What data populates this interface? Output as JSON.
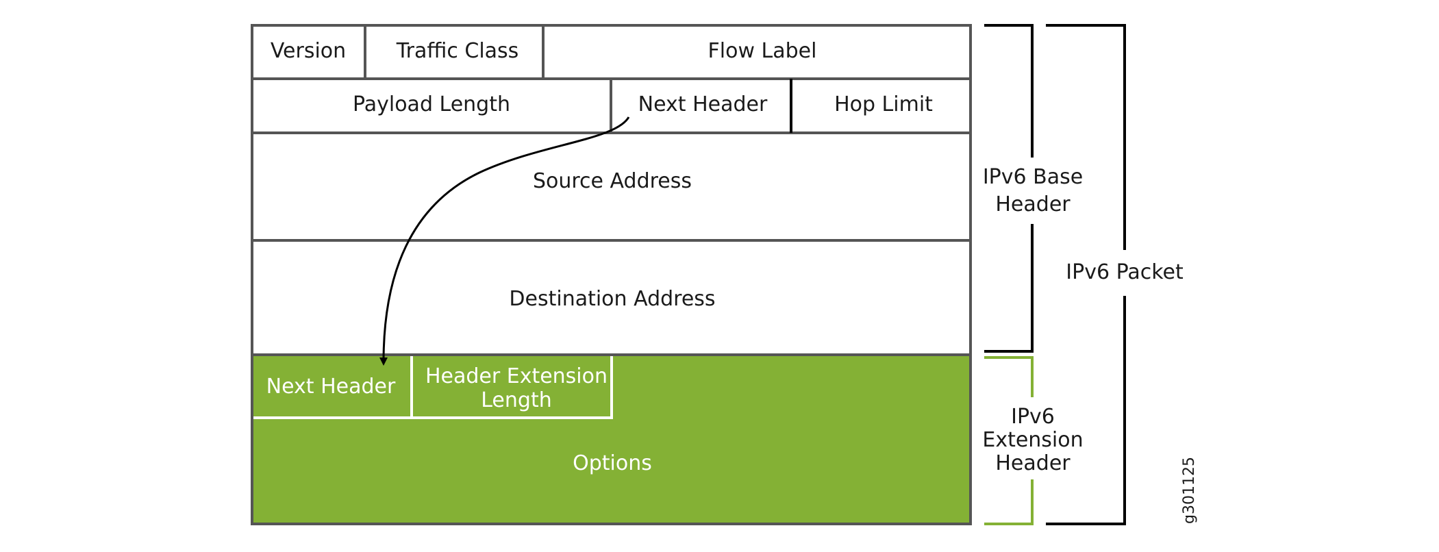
{
  "diagram": {
    "base_header_fields": {
      "version": "Version",
      "traffic_class": "Traffic Class",
      "flow_label": "Flow Label",
      "payload_length": "Payload Length",
      "next_header": "Next Header",
      "hop_limit": "Hop Limit",
      "source_address": "Source Address",
      "destination_address": "Destination Address"
    },
    "extension_header_fields": {
      "next_header": "Next Header",
      "header_extension_length_line1": "Header Extension",
      "header_extension_length_line2": "Length",
      "options": "Options"
    },
    "brackets": {
      "base_header_line1": "IPv6 Base",
      "base_header_line2": "Header",
      "extension_header_line1": "IPv6",
      "extension_header_line2": "Extension",
      "extension_header_line3": "Header",
      "packet": "IPv6 Packet"
    },
    "figure_id": "g301125"
  },
  "colors": {
    "border": "#555555",
    "extension_fill": "#84b135",
    "bracket_black": "#000000",
    "bracket_green": "#84b135",
    "arrow": "#000000"
  }
}
